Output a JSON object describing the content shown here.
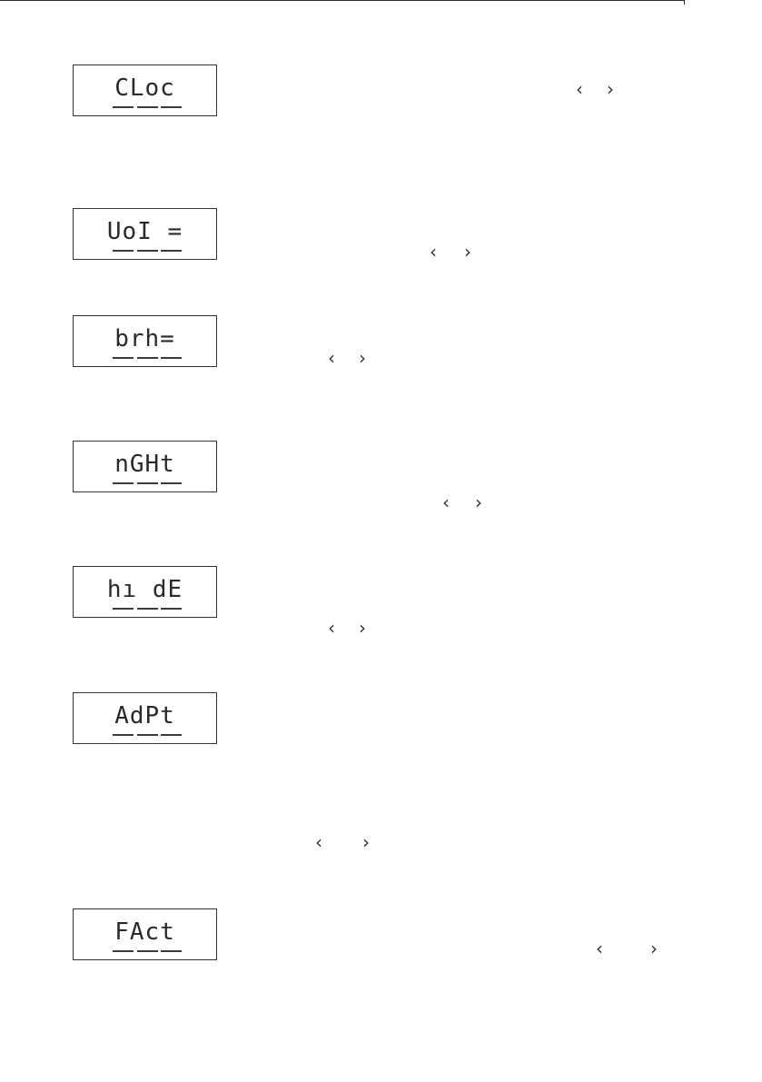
{
  "displays": [
    {
      "id": "cloc",
      "text": "CLoc"
    },
    {
      "id": "vol",
      "text": "UoI ="
    },
    {
      "id": "brh",
      "text": "brh="
    },
    {
      "id": "nght",
      "text": "nGHt"
    },
    {
      "id": "hide",
      "text": "hı dE"
    },
    {
      "id": "adpt",
      "text": "AdPt"
    },
    {
      "id": "fact",
      "text": "FAct"
    }
  ],
  "nav": {
    "left": "‹",
    "right": "›"
  },
  "icons": {
    "left": "chevron-left-icon",
    "right": "chevron-right-icon"
  }
}
